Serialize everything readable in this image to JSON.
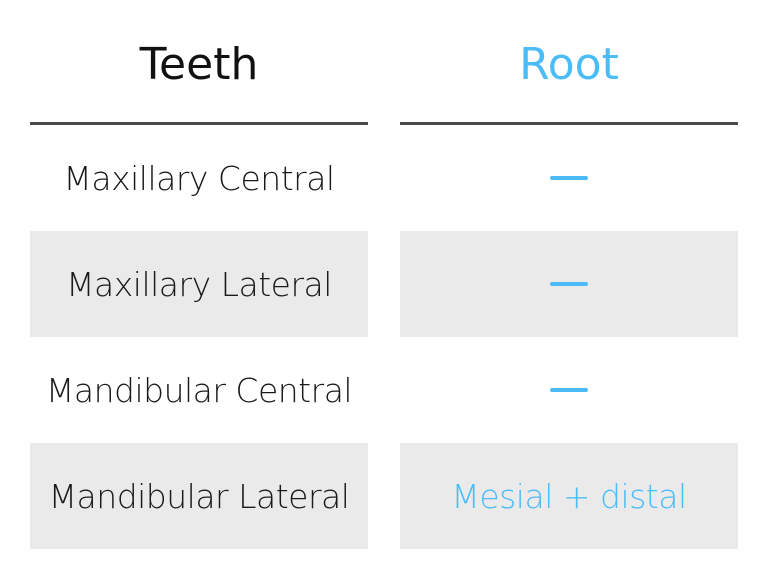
{
  "table": {
    "headers": {
      "teeth": "Teeth",
      "root": "Root"
    },
    "rows": [
      {
        "teeth": "Maxillary Central",
        "root": "—",
        "root_is_dash": true,
        "shaded": false
      },
      {
        "teeth": "Maxillary Lateral",
        "root": "—",
        "root_is_dash": true,
        "shaded": true
      },
      {
        "teeth": "Mandibular Central",
        "root": "—",
        "root_is_dash": true,
        "shaded": false
      },
      {
        "teeth": "Mandibular Lateral",
        "root": "Mesial + distal",
        "root_is_dash": false,
        "shaded": true
      }
    ]
  },
  "colors": {
    "accent": "#4bbcf7",
    "shade": "#eaeaea",
    "rule": "#4a4a4a",
    "text": "#1a1a1a"
  }
}
